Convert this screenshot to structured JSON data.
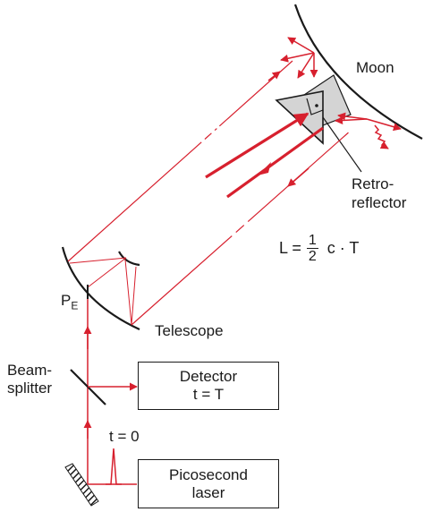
{
  "colors": {
    "beam": "#d7202e",
    "ink": "#1a1a1a",
    "reflector_fill": "#d4d4d4"
  },
  "labels": {
    "moon": "Moon",
    "retroreflector_line1": "Retro-",
    "retroreflector_line2": "reflector",
    "telescope": "Telescope",
    "pe_main": "P",
    "pe_sub": "E",
    "beamsplitter_line1": "Beam-",
    "beamsplitter_line2": "splitter",
    "t_zero": "t = 0"
  },
  "formula": {
    "lhs": "L =",
    "numerator": "1",
    "denominator": "2",
    "rhs": "c · T"
  },
  "detector": {
    "line1": "Detector",
    "line2": "t = T"
  },
  "laser": {
    "line1": "Picosecond",
    "line2": "laser"
  },
  "icons": [
    "mirror-icon",
    "pulse-icon",
    "right-angle-icon",
    "wavy-arrow-icon"
  ]
}
